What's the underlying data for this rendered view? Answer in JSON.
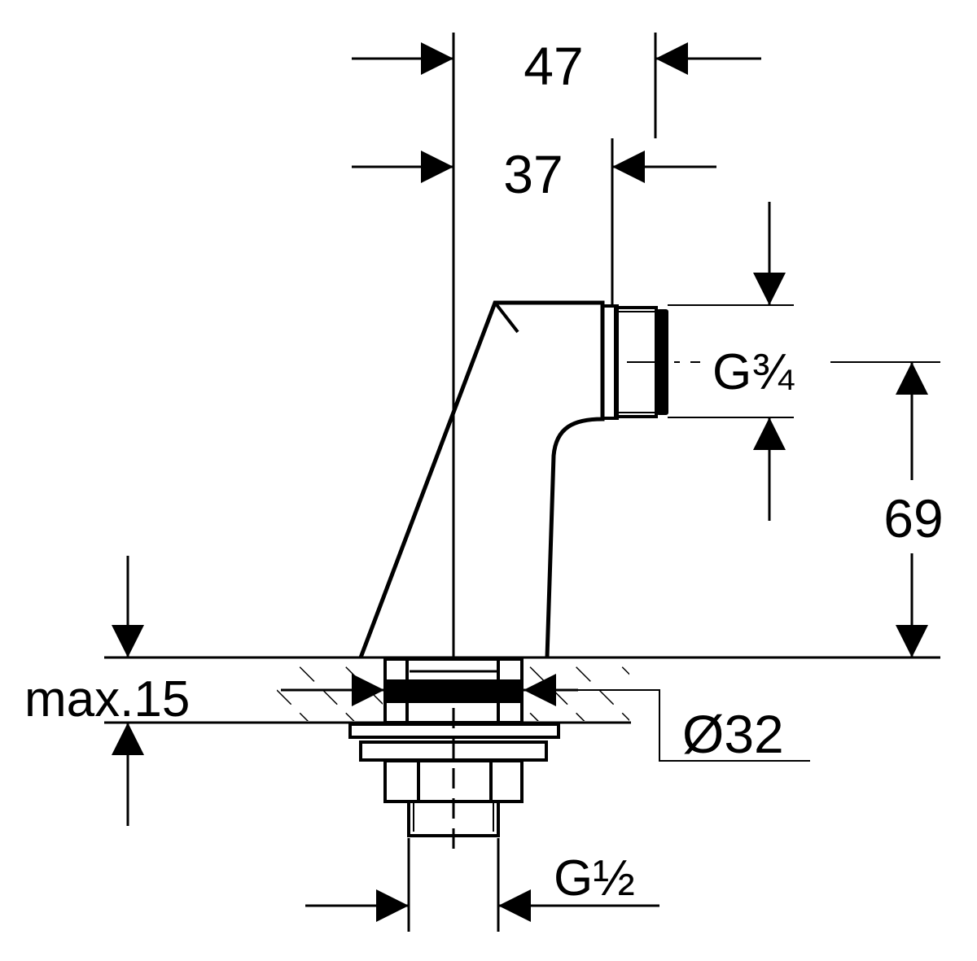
{
  "drawing": {
    "dim_width_total": "47",
    "dim_width_body": "37",
    "dim_outlet_thread": "G¾",
    "dim_height": "69",
    "dim_wall_thickness": "max.15",
    "dim_hole_diameter": "Ø32",
    "dim_inlet_thread": "G½"
  }
}
